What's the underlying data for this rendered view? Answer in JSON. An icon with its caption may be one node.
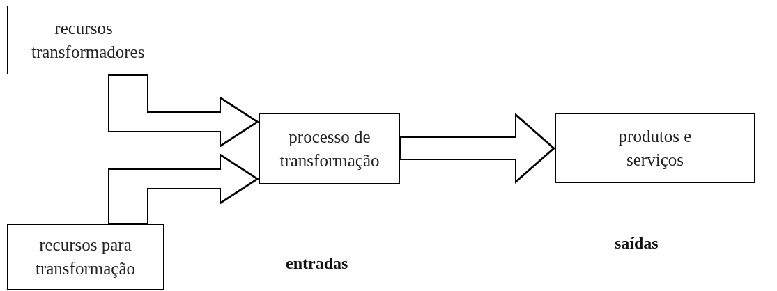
{
  "diagram": {
    "nodes": [
      {
        "text": [
          "recursos transformadores"
        ]
      },
      {
        "text": [
          "recursos para transformação"
        ]
      },
      {
        "text": [
          "processo de transformação"
        ]
      },
      {
        "text": [
          "produtos e serviços"
        ]
      }
    ],
    "edges": [
      {
        "from": 0,
        "to": 2,
        "arrow": "to"
      },
      {
        "from": 1,
        "to": 2,
        "arrow": "to"
      },
      {
        "from": 2,
        "to": 3,
        "arrow": "to"
      }
    ],
    "labels": [
      "saídas",
      "entradas"
    ]
  }
}
